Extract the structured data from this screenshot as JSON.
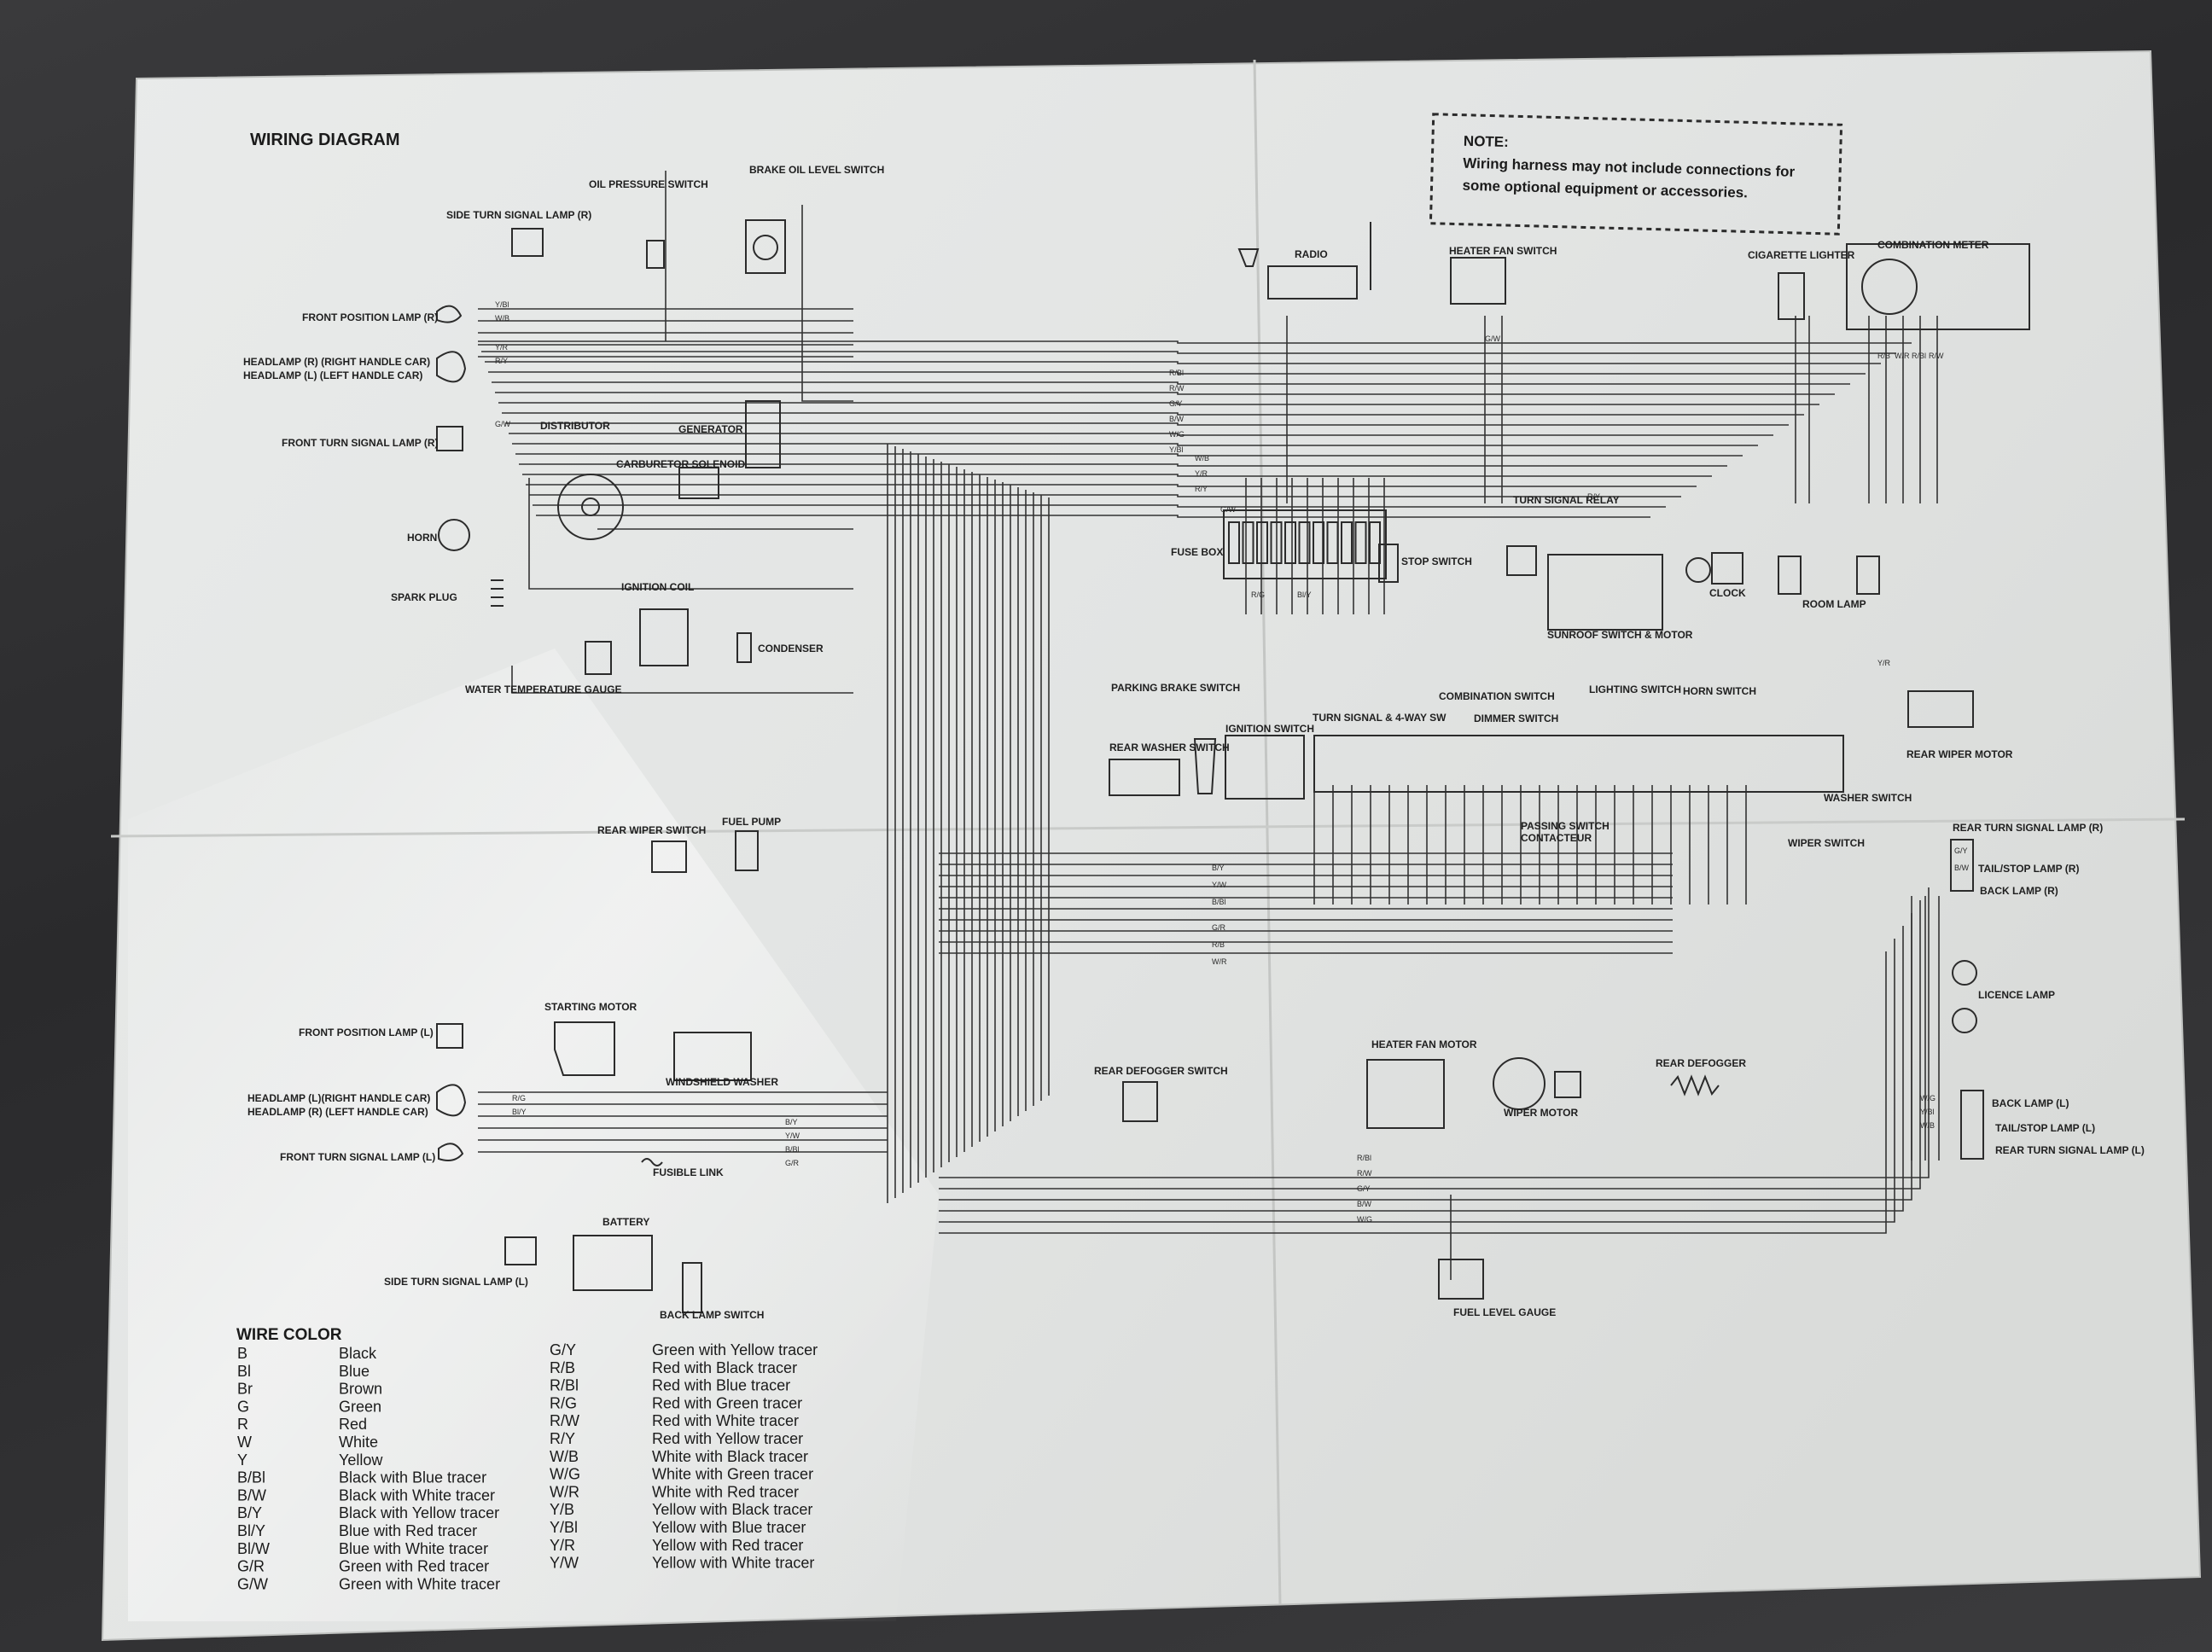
{
  "title": "WIRING DIAGRAM",
  "note": {
    "heading": "NOTE:",
    "lines": [
      "Wiring harness may not include connections for",
      "some optional equipment or accessories."
    ]
  },
  "components": {
    "side_turn_r": "SIDE TURN SIGNAL LAMP (R)",
    "oil_pressure": "OIL PRESSURE SWITCH",
    "brake_oil": "BRAKE OIL LEVEL SWITCH",
    "front_pos_r": "FRONT POSITION LAMP (R)",
    "headlamp_r1": "HEADLAMP (R) (RIGHT HANDLE CAR)",
    "headlamp_r2": "HEADLAMP (L) (LEFT HANDLE CAR)",
    "front_turn_r": "FRONT TURN SIGNAL LAMP (R)",
    "distributor": "DISTRIBUTOR",
    "generator": "GENERATOR",
    "carb_solenoid": "CARBURETOR SOLENOID",
    "horn": "HORN",
    "spark_plug": "SPARK PLUG",
    "ignition_coil": "IGNITION COIL",
    "condenser": "CONDENSER",
    "water_temp": "WATER TEMPERATURE GAUGE",
    "radio": "RADIO",
    "heater_fan_sw": "HEATER FAN SWITCH",
    "cig_lighter": "CIGARETTE LIGHTER",
    "combo_meter": "COMBINATION METER",
    "turn_relay": "TURN SIGNAL RELAY",
    "fuse_box": "FUSE BOX",
    "stop_switch": "STOP SWITCH",
    "clock": "CLOCK",
    "room_lamp": "ROOM LAMP",
    "sunroof": "SUNROOF SWITCH & MOTOR",
    "parking_brake": "PARKING BRAKE SWITCH",
    "combo_switch": "COMBINATION SWITCH",
    "lighting_switch": "LIGHTING SWITCH",
    "horn_switch": "HORN SWITCH",
    "turn_4way": "TURN SIGNAL & 4-WAY SW",
    "dimmer": "DIMMER SWITCH",
    "ignition_switch": "IGNITION SWITCH",
    "rear_washer_sw": "REAR WASHER SWITCH",
    "rear_wiper_motor": "REAR WIPER MOTOR",
    "washer_switch": "WASHER SWITCH",
    "passing_switch": "PASSING SWITCH",
    "contacteur": "CONTACTEUR",
    "wiper_switch": "WIPER SWITCH",
    "rear_turn_r": "REAR TURN SIGNAL LAMP (R)",
    "tail_stop_r": "TAIL/STOP LAMP (R)",
    "back_lamp_r": "BACK LAMP (R)",
    "licence_lamp": "LICENCE LAMP",
    "rear_wiper_sw": "REAR WIPER SWITCH",
    "fuel_pump": "FUEL PUMP",
    "starting_motor": "STARTING MOTOR",
    "windshield_washer": "WINDSHIELD WASHER",
    "front_pos_l": "FRONT POSITION LAMP (L)",
    "headlamp_l1": "HEADLAMP (L)(RIGHT HANDLE CAR)",
    "headlamp_l2": "HEADLAMP (R) (LEFT HANDLE CAR)",
    "front_turn_l": "FRONT TURN SIGNAL LAMP (L)",
    "fusible_link": "FUSIBLE LINK",
    "battery": "BATTERY",
    "side_turn_l": "SIDE TURN SIGNAL LAMP (L)",
    "back_lamp_switch": "BACK LAMP SWITCH",
    "rear_defogger_sw": "REAR DEFOGGER SWITCH",
    "heater_fan_motor": "HEATER FAN MOTOR",
    "wiper_motor": "WIPER MOTOR",
    "rear_defogger": "REAR DEFOGGER",
    "back_lamp_l": "BACK LAMP (L)",
    "tail_stop_l": "TAIL/STOP LAMP (L)",
    "rear_turn_l": "REAR TURN SIGNAL LAMP (L)",
    "fuel_level": "FUEL LEVEL GAUGE"
  },
  "legend": {
    "title": "WIRE COLOR",
    "col1": [
      {
        "code": "B",
        "desc": "Black"
      },
      {
        "code": "Bl",
        "desc": "Blue"
      },
      {
        "code": "Br",
        "desc": "Brown"
      },
      {
        "code": "G",
        "desc": "Green"
      },
      {
        "code": "R",
        "desc": "Red"
      },
      {
        "code": "W",
        "desc": "White"
      },
      {
        "code": "Y",
        "desc": "Yellow"
      },
      {
        "code": "B/Bl",
        "desc": "Black with Blue tracer"
      },
      {
        "code": "B/W",
        "desc": "Black with White tracer"
      },
      {
        "code": "B/Y",
        "desc": "Black with Yellow tracer"
      },
      {
        "code": "Bl/Y",
        "desc": "Blue with Red tracer"
      },
      {
        "code": "Bl/W",
        "desc": "Blue with White tracer"
      },
      {
        "code": "G/R",
        "desc": "Green with Red tracer"
      },
      {
        "code": "G/W",
        "desc": "Green with White tracer"
      }
    ],
    "col2": [
      {
        "code": "G/Y",
        "desc": "Green with Yellow tracer"
      },
      {
        "code": "R/B",
        "desc": "Red with Black tracer"
      },
      {
        "code": "R/Bl",
        "desc": "Red with Blue tracer"
      },
      {
        "code": "R/G",
        "desc": "Red with Green tracer"
      },
      {
        "code": "R/W",
        "desc": "Red with White tracer"
      },
      {
        "code": "R/Y",
        "desc": "Red with Yellow tracer"
      },
      {
        "code": "W/B",
        "desc": "White with Black tracer"
      },
      {
        "code": "W/G",
        "desc": "White with Green tracer"
      },
      {
        "code": "W/R",
        "desc": "White with Red tracer"
      },
      {
        "code": "Y/B",
        "desc": "Yellow with Black tracer"
      },
      {
        "code": "Y/Bl",
        "desc": "Yellow with Blue tracer"
      },
      {
        "code": "Y/R",
        "desc": "Yellow with Red tracer"
      },
      {
        "code": "Y/W",
        "desc": "Yellow with White tracer"
      }
    ]
  },
  "wire_tags": [
    "R/Bl",
    "R/W",
    "G/Y",
    "B/W",
    "W/G",
    "Y/Bl",
    "W/B",
    "Y/R",
    "R/Y",
    "G/W",
    "R/G",
    "Bl/Y",
    "B/Y",
    "Y/W",
    "B/Bl",
    "G/R",
    "R/B",
    "W/R"
  ],
  "colors": {
    "paper": "#e6e8e6",
    "ink": "#2a2a2a",
    "background": "#2f2f31"
  }
}
